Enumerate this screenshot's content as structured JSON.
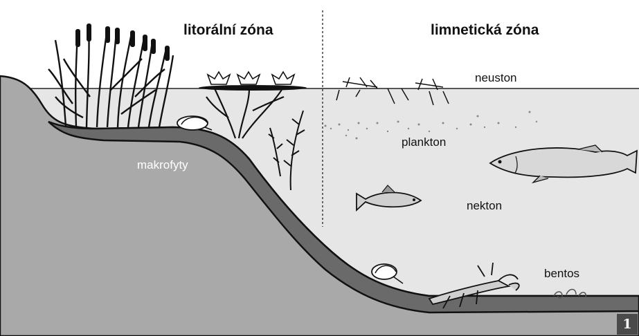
{
  "zones": {
    "littoral": "litorální zóna",
    "limnetic": "limnetická zóna"
  },
  "organisms": {
    "neuston": "neuston",
    "plankton": "plankton",
    "nekton": "nekton",
    "bentos": "bentos",
    "makrofyty": "makrofyty"
  },
  "figure_number": "1",
  "colors": {
    "sky": "#ffffff",
    "water": "#e6e6e6",
    "soil": "#a9a9a9",
    "sediment": "#6a6a6a",
    "outline": "#111111"
  }
}
